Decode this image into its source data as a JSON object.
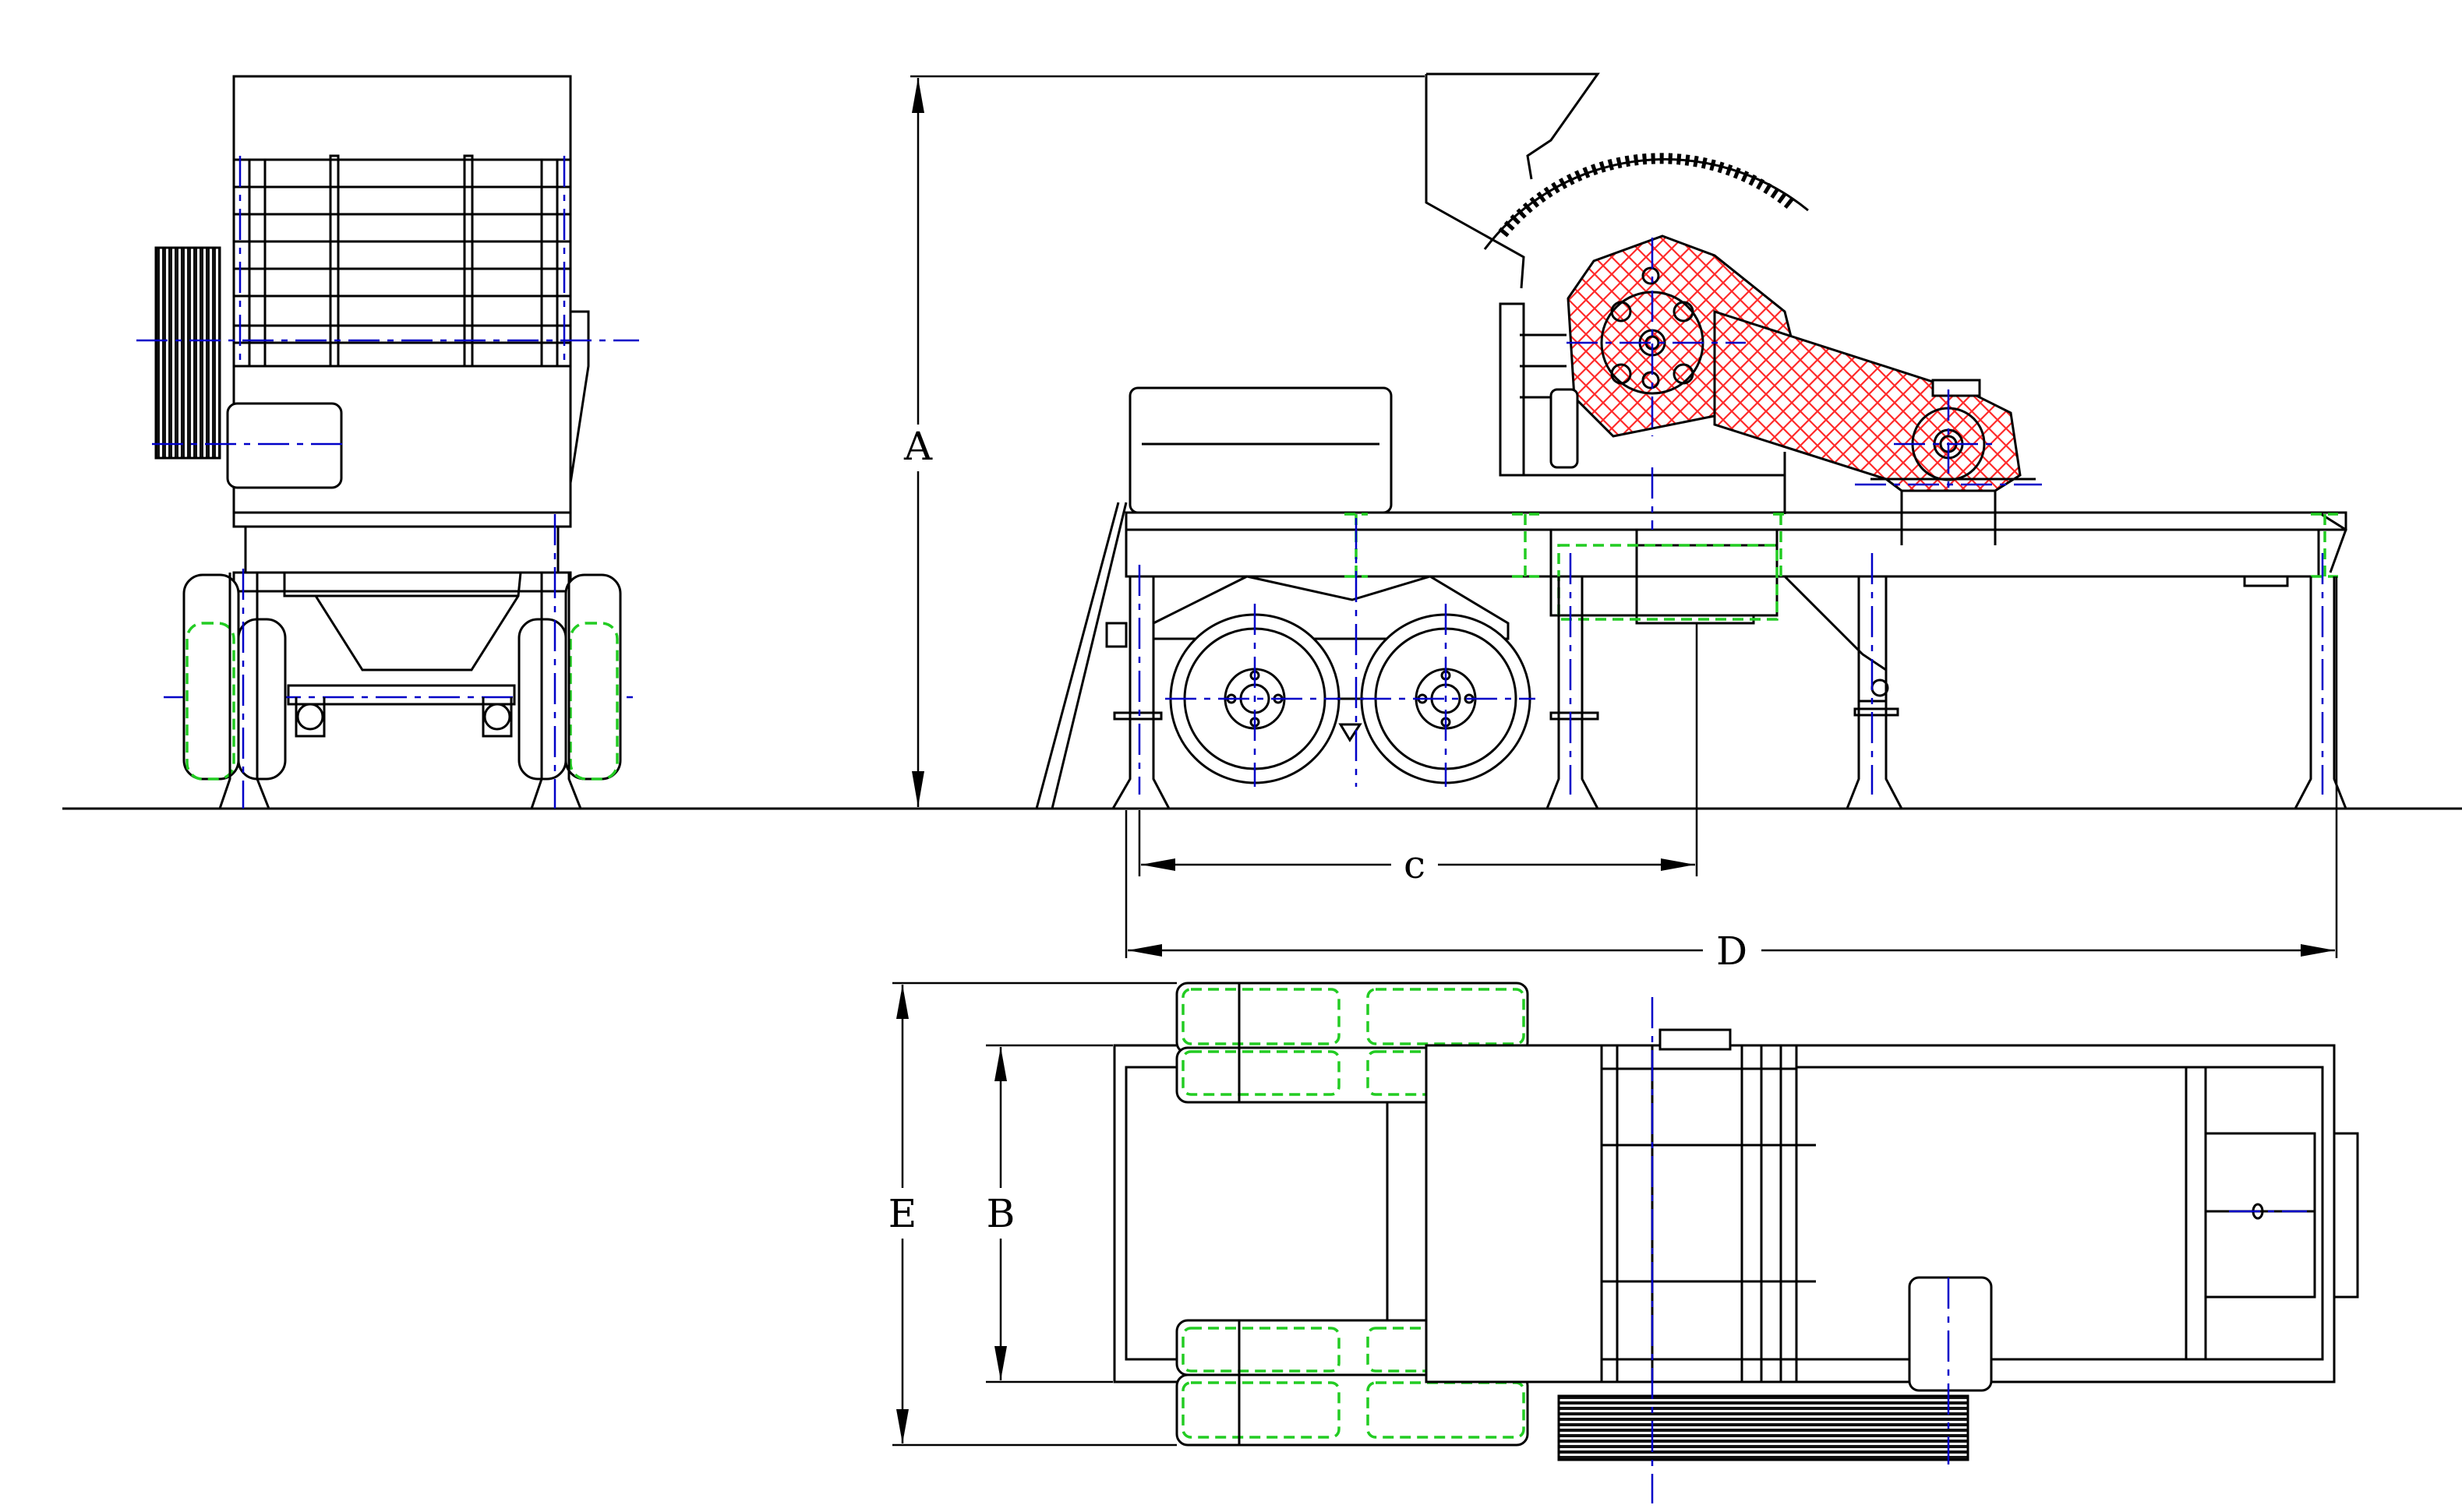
{
  "drawing": {
    "dimension_labels": {
      "A": "A",
      "B": "B",
      "C": "c",
      "D": "D",
      "E": "E"
    },
    "colors": {
      "outline": "#000000",
      "centerline": "#0000c8",
      "hidden_line": "#22cc22",
      "guard_hatch": "#ff2a2a"
    }
  }
}
